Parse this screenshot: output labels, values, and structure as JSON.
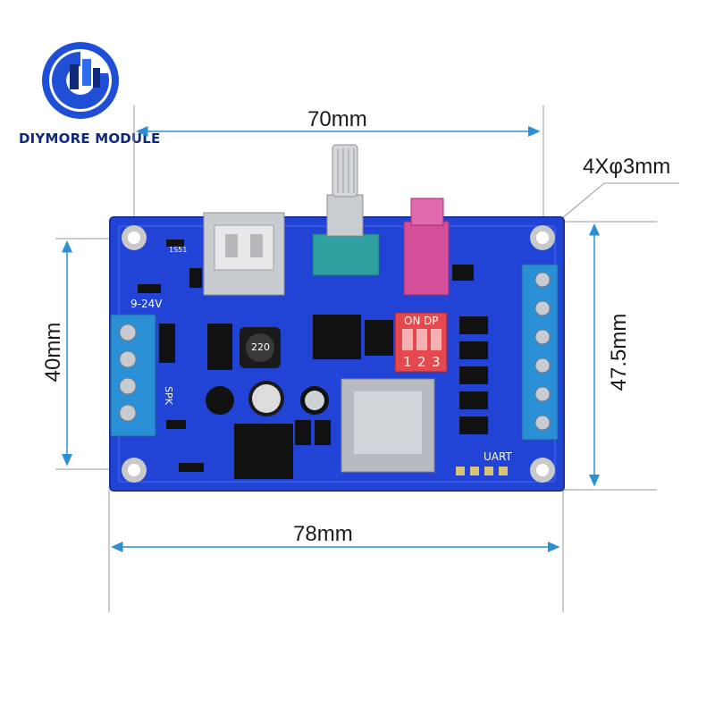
{
  "brand": {
    "name": "DIYMORE MODULE",
    "logo_icon": "diymore-logo-icon",
    "colors": {
      "primary": "#1e4fd6",
      "dark": "#0f2a7a"
    }
  },
  "dimensions": {
    "top_width": "70mm",
    "bottom_width": "78mm",
    "left_height": "40mm",
    "right_height": "47.5mm",
    "hole_spec": "4Xφ3mm"
  },
  "board": {
    "color": "#1f3fd0",
    "silkscreen": {
      "voltage": "9-24V",
      "speaker": "SPK",
      "dip_on": "ON",
      "dip_dp": "DP",
      "dip_1": "1",
      "dip_2": "2",
      "dip_3": "3",
      "uart": "UART",
      "inductor": "220",
      "chip": "1S51"
    }
  }
}
